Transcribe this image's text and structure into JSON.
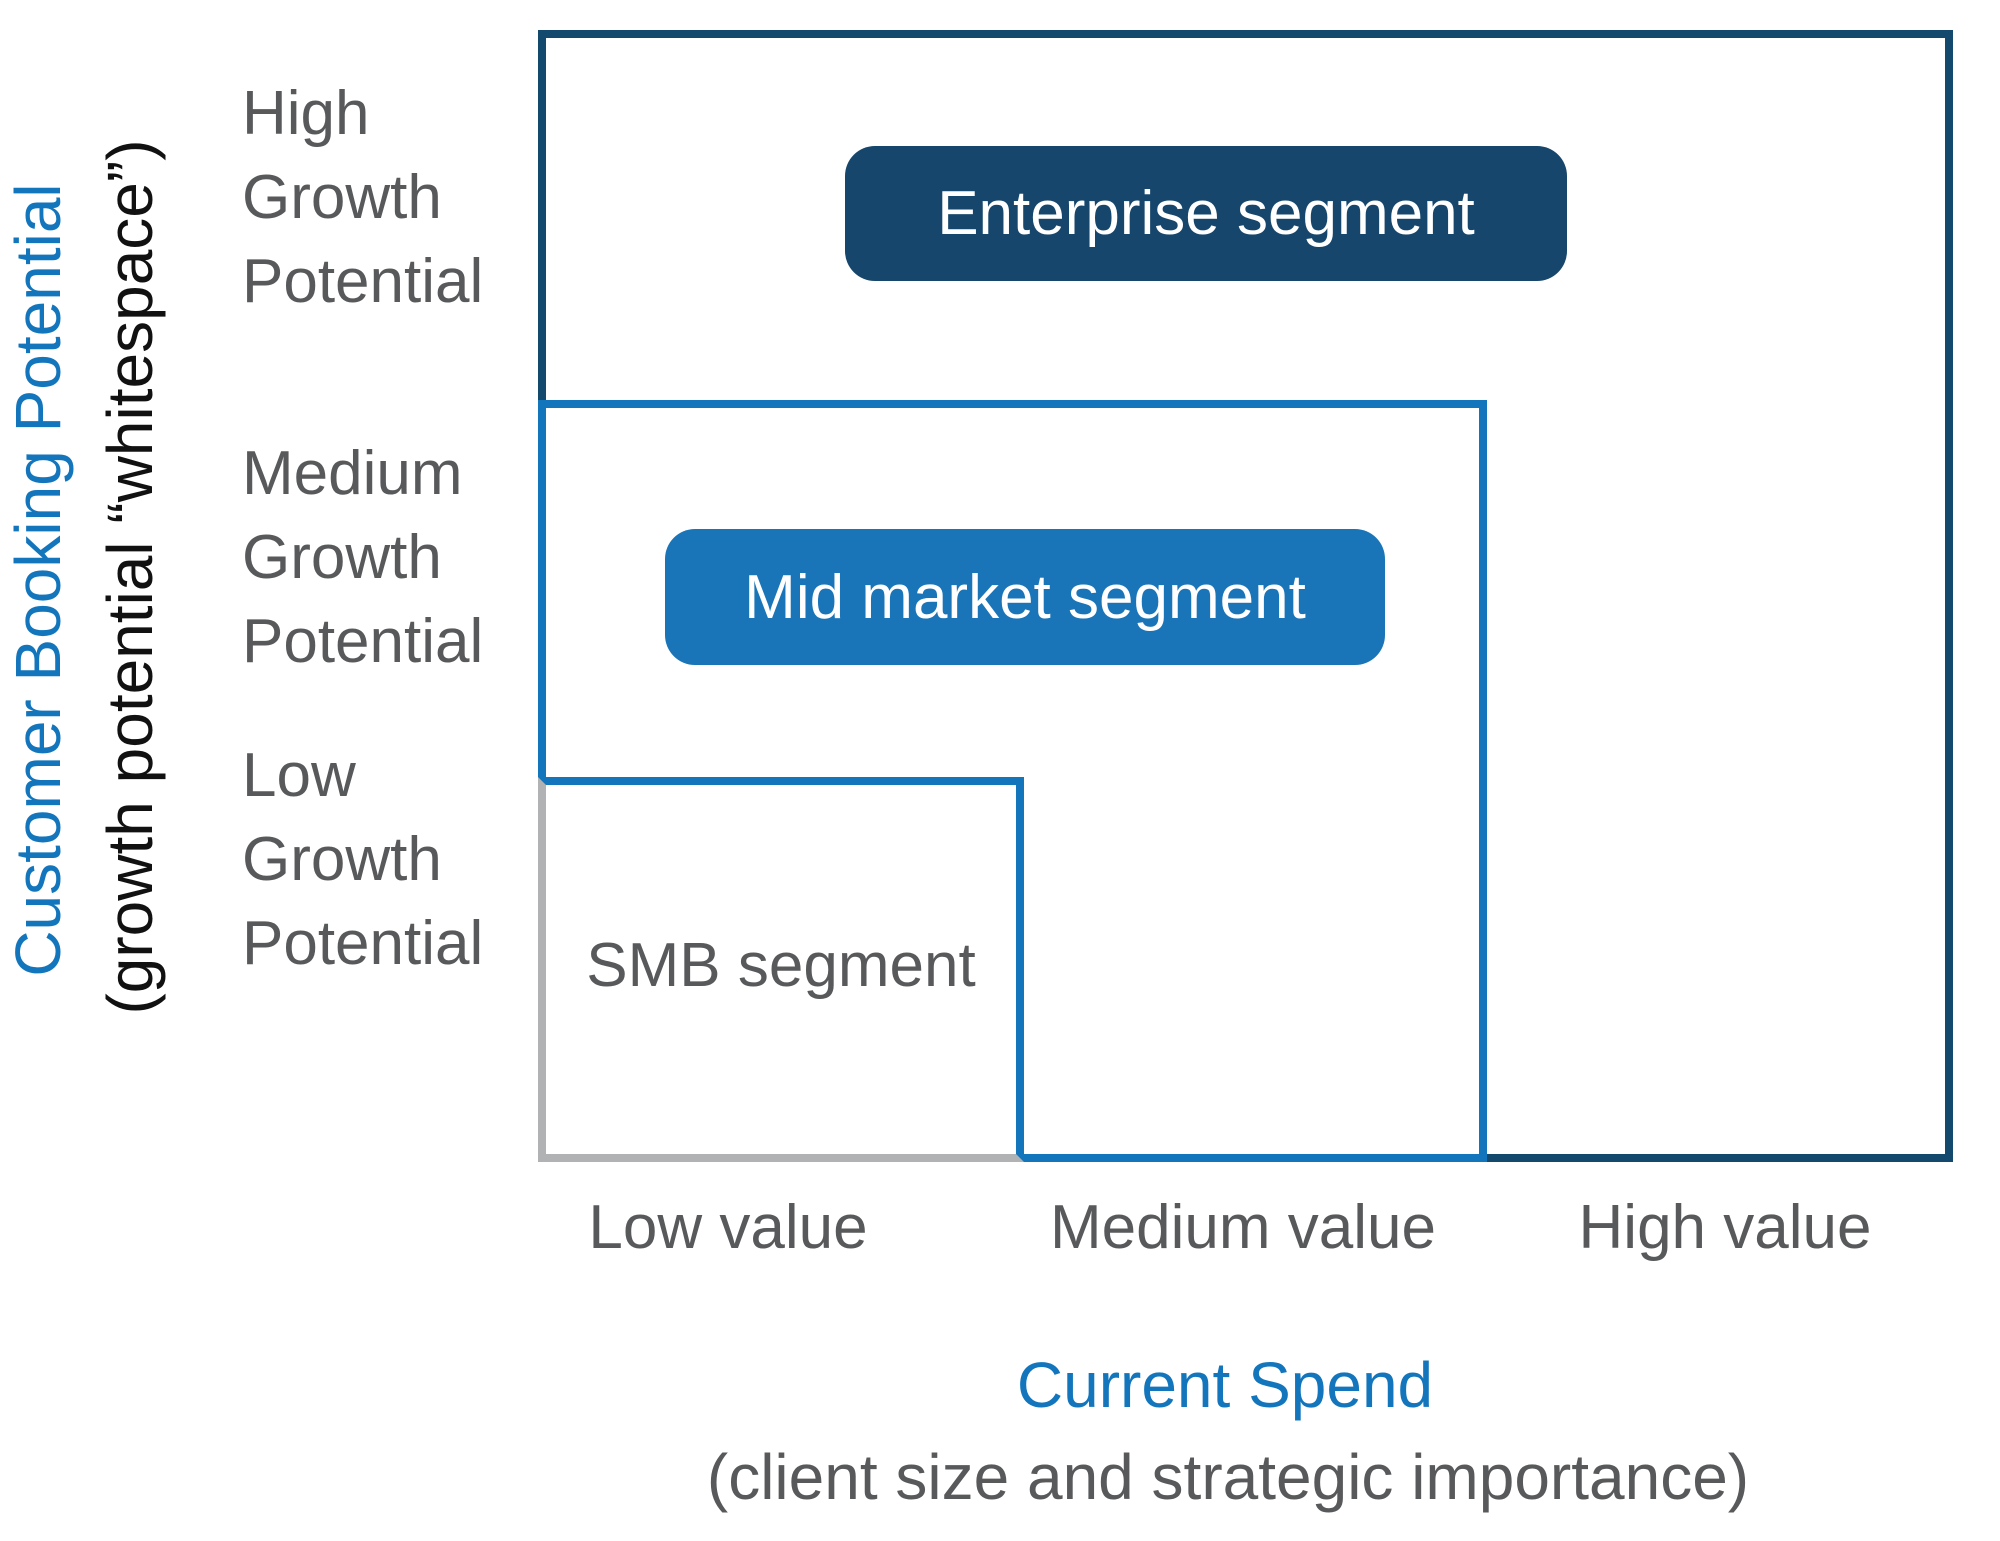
{
  "diagram": {
    "type": "nested-segment-matrix",
    "colors": {
      "navy": "#13496D",
      "navy_fill": "#16466B",
      "blue": "#1376BC",
      "blue_fill": "#1A75B8",
      "gray_line": "#B0B2B4",
      "text_gray": "#58595B",
      "text_black": "#111111",
      "label_text": "#FFFFFF"
    }
  },
  "y_axis": {
    "title": "Customer Booking Potential",
    "subtitle": "(growth potential “whitespace”)",
    "ticks": [
      [
        "High",
        "Growth",
        "Potential"
      ],
      [
        "Medium",
        "Growth",
        "Potential"
      ],
      [
        "Low",
        "Growth",
        "Potential"
      ]
    ]
  },
  "x_axis": {
    "title": "Current Spend",
    "subtitle": "(client size and strategic importance)",
    "ticks": [
      "Low value",
      "Medium value",
      "High value"
    ]
  },
  "segments": [
    {
      "label": "Enterprise segment",
      "region_color": "#13496D",
      "extent": "spans Low value to High value, up to High Growth Potential"
    },
    {
      "label": "Mid market segment",
      "region_color": "#1376BC",
      "extent": "spans Low value to Medium value, up to Medium Growth Potential"
    },
    {
      "label": "SMB segment",
      "region_color": "#B0B2B4",
      "extent": "spans Low value, up to Low Growth Potential"
    }
  ]
}
